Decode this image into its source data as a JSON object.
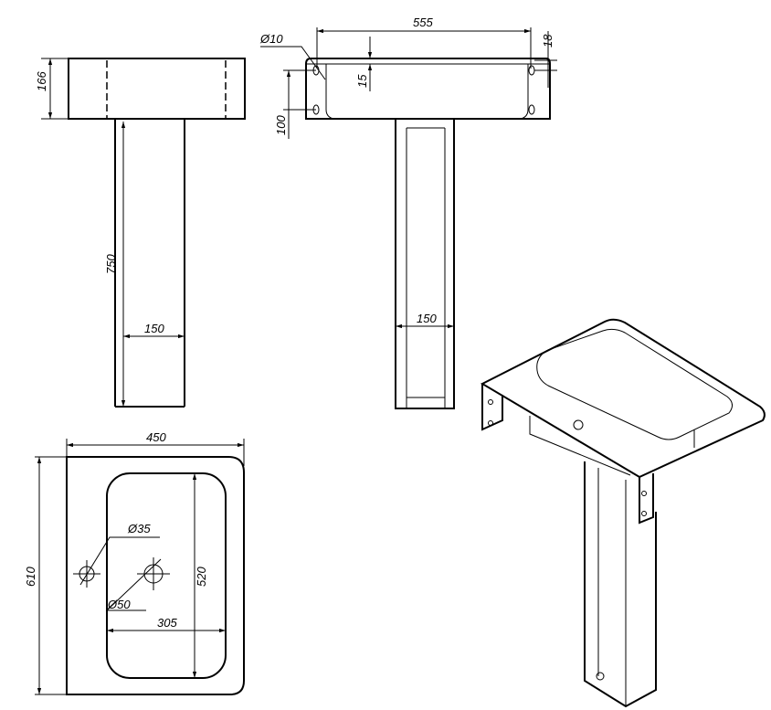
{
  "drawing": {
    "side_view": {
      "height_top": "166",
      "pedestal_height": "750",
      "pedestal_width": "150"
    },
    "front_view": {
      "width": "555",
      "hole_diameter": "Ø10",
      "top_offset": "18",
      "plate_offset": "15",
      "hole_spacing": "100",
      "pedestal_width": "150"
    },
    "plan_view": {
      "width": "450",
      "depth": "610",
      "basin_depth": "520",
      "basin_width": "305",
      "tap_hole": "Ø35",
      "drain_hole": "Ø50"
    }
  }
}
